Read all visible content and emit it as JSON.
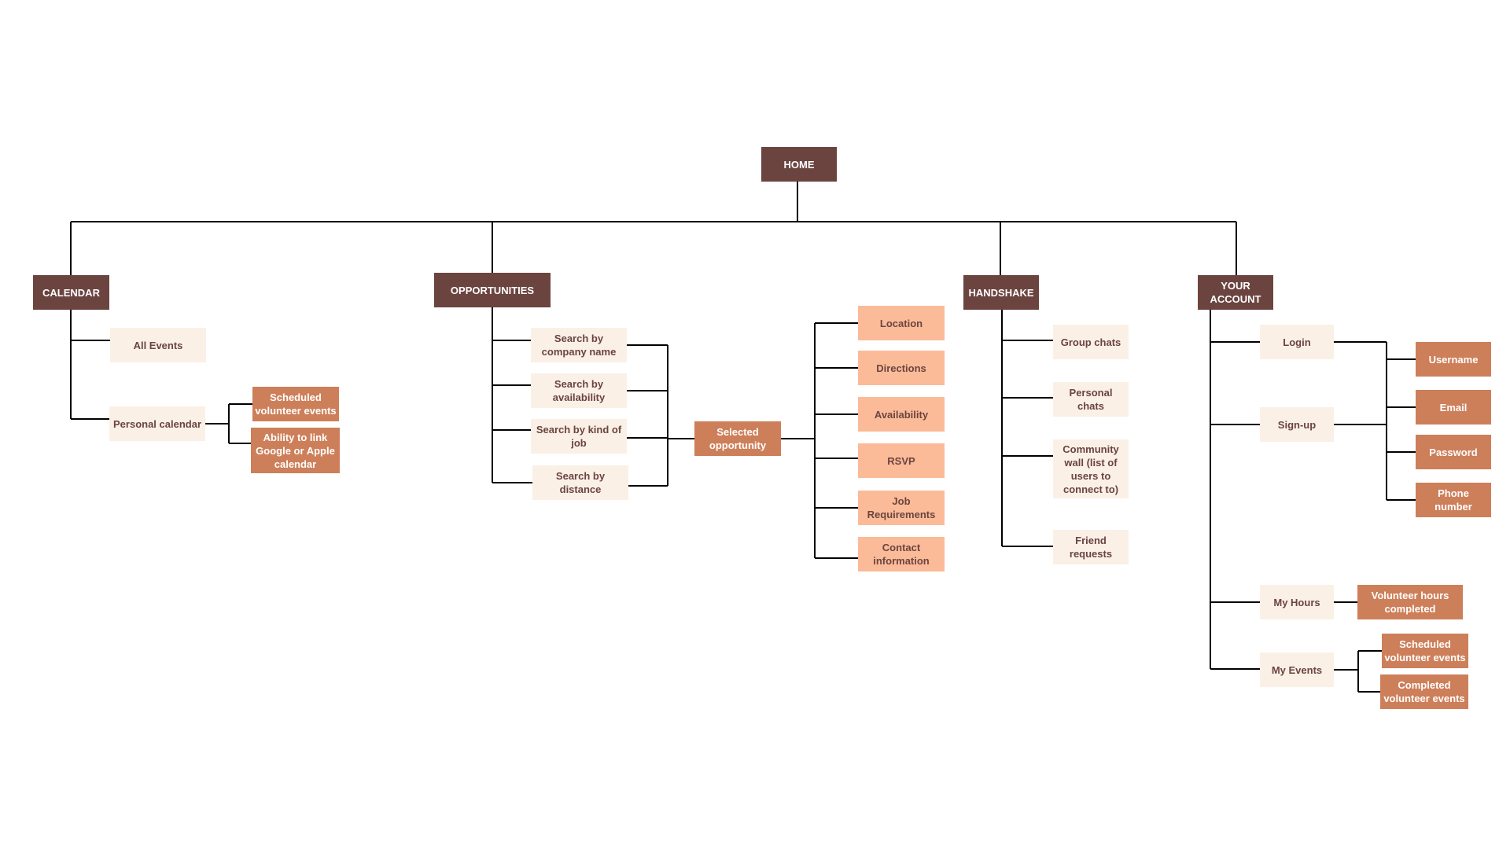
{
  "colors": {
    "root": "#6b4440",
    "section": "#6b4440",
    "item": "#faf0e6",
    "detail": "#cd7f5a",
    "detail_light": "#fbbb98",
    "line": "#000000"
  },
  "root": {
    "label": "HOME"
  },
  "calendar": {
    "label": "CALENDAR",
    "all_events": "All Events",
    "personal_calendar": "Personal calendar",
    "scheduled_events": "Scheduled\nvolunteer events",
    "link_calendar": "Ability to link\nGoogle or Apple\ncalendar"
  },
  "opportunities": {
    "label": "OPPORTUNITIES",
    "search_company": "Search by\ncompany name",
    "search_availability": "Search by\navailability",
    "search_job": "Search by kind of\njob",
    "search_distance": "Search by distance",
    "selected": "Selected\nopportunity",
    "location": "Location",
    "directions": "Directions",
    "availability": "Availability",
    "rsvp": "RSVP",
    "job_requirements": "Job\nRequirements",
    "contact": "Contact\ninformation"
  },
  "handshake": {
    "label": "HANDSHAKE",
    "group_chats": "Group chats",
    "personal_chats": "Personal chats",
    "community_wall": "Community\nwall (list of\nusers to\nconnect to)",
    "friend_requests": "Friend\nrequests"
  },
  "account": {
    "label": "YOUR\nACCOUNT",
    "login": "Login",
    "signup": "Sign-up",
    "username": "Username",
    "email": "Email",
    "password": "Password",
    "phone": "Phone number",
    "my_hours": "My Hours",
    "hours_completed": "Volunteer hours\ncompleted",
    "my_events": "My Events",
    "scheduled_events": "Scheduled\nvolunteer events",
    "completed_events": "Completed\nvolunteer events"
  }
}
